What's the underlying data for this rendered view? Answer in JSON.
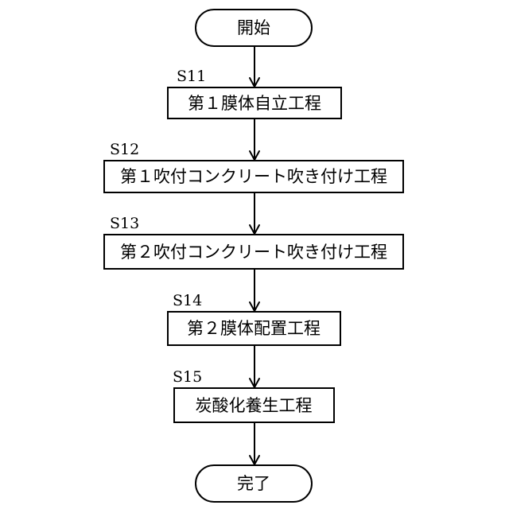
{
  "flowchart": {
    "start": {
      "label": "開始"
    },
    "end": {
      "label": "完了"
    },
    "steps": [
      {
        "id": "S11",
        "label": "第１膜体自立工程"
      },
      {
        "id": "S12",
        "label": "第１吹付コンクリート吹き付け工程"
      },
      {
        "id": "S13",
        "label": "第２吹付コンクリート吹き付け工程"
      },
      {
        "id": "S14",
        "label": "第２膜体配置工程"
      },
      {
        "id": "S15",
        "label": "炭酸化養生工程"
      }
    ]
  }
}
